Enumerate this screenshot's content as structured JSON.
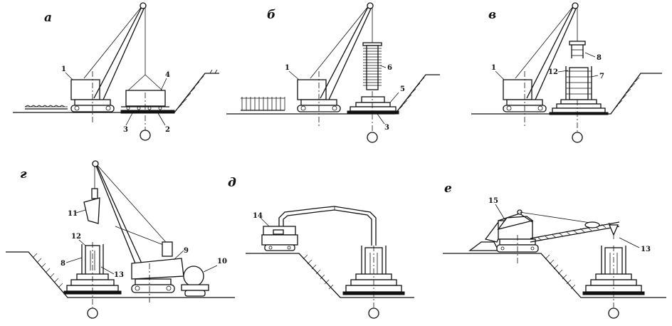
{
  "panels": [
    {
      "id": "a",
      "label": "а",
      "numbers": [
        "1",
        "4",
        "3",
        "2"
      ]
    },
    {
      "id": "b",
      "label": "б",
      "numbers": [
        "1",
        "6",
        "5",
        "3"
      ]
    },
    {
      "id": "v",
      "label": "в",
      "numbers": [
        "1",
        "8",
        "12",
        "7"
      ]
    },
    {
      "id": "g",
      "label": "г",
      "numbers": [
        "11",
        "12",
        "8",
        "13",
        "9",
        "10"
      ]
    },
    {
      "id": "d",
      "label": "д",
      "numbers": [
        "14"
      ]
    },
    {
      "id": "e",
      "label": "е",
      "numbers": [
        "15",
        "13"
      ]
    }
  ]
}
